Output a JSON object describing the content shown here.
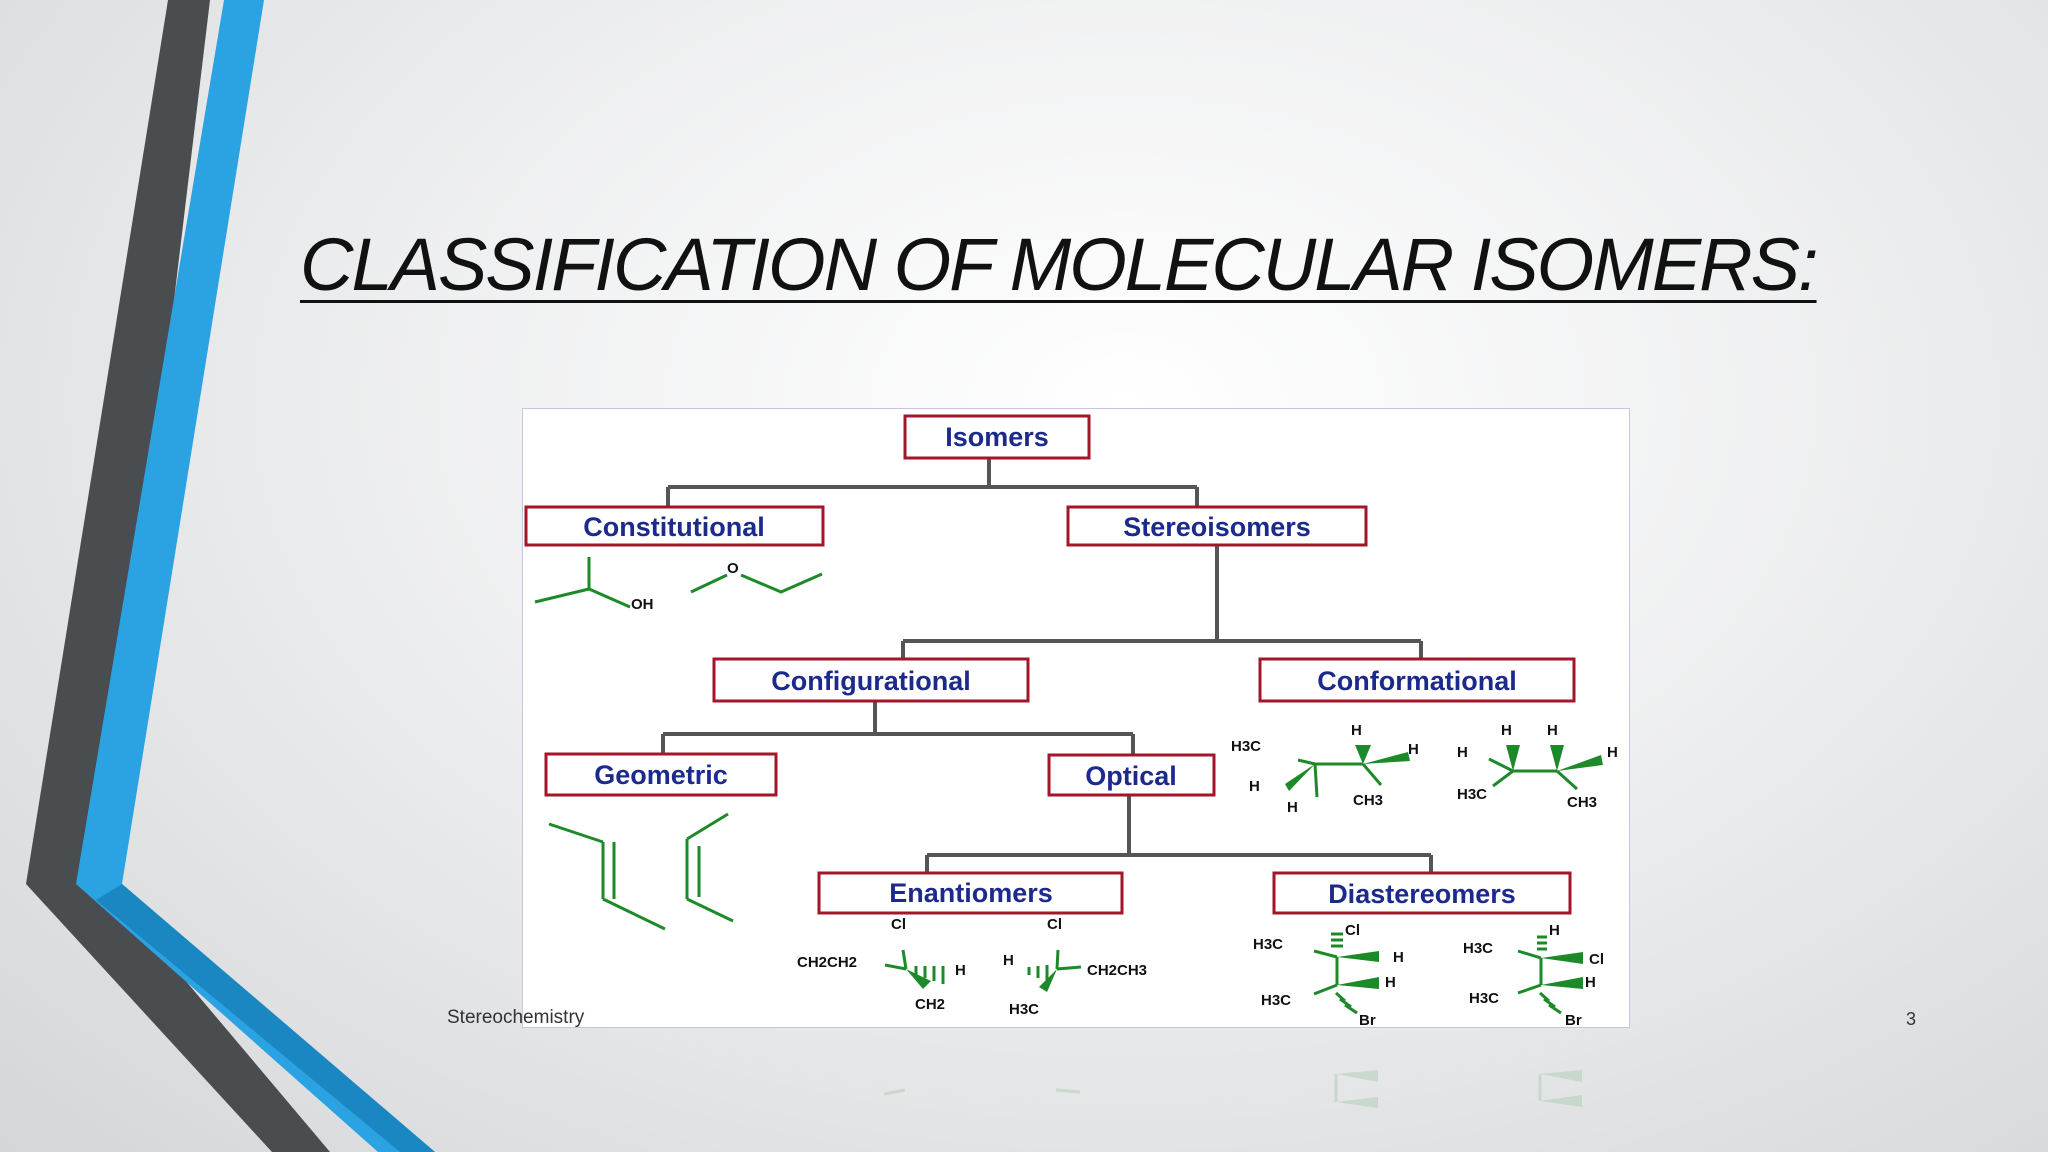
{
  "slide": {
    "title": "CLASSIFICATION  OF MOLECULAR ISOMERS:",
    "footer_left": "Stereochemistry",
    "page_number": "3"
  },
  "colors": {
    "accent_blue": "#2ba3e2",
    "accent_dark": "#4a4d50",
    "node_border": "#a3162a",
    "node_text": "#1c2a8c",
    "structure_green": "#1d8a2a",
    "connector": "#555555"
  },
  "diagram": {
    "nodes": {
      "isomers": "Isomers",
      "constitutional": "Constitutional",
      "stereoisomers": "Stereoisomers",
      "configurational": "Configurational",
      "conformational": "Conformational",
      "geometric": "Geometric",
      "optical": "Optical",
      "enantiomers": "Enantiomers",
      "diastereomers": "Diastereomers"
    },
    "structure_labels": {
      "oh": "OH",
      "o": "O",
      "h": "H",
      "cl": "Cl",
      "br": "Br",
      "h3c": "H3C",
      "ch3": "CH3",
      "ch2ch2": "CH2CH2",
      "ch2ch3": "CH2CH3",
      "ch2": "CH2"
    }
  }
}
